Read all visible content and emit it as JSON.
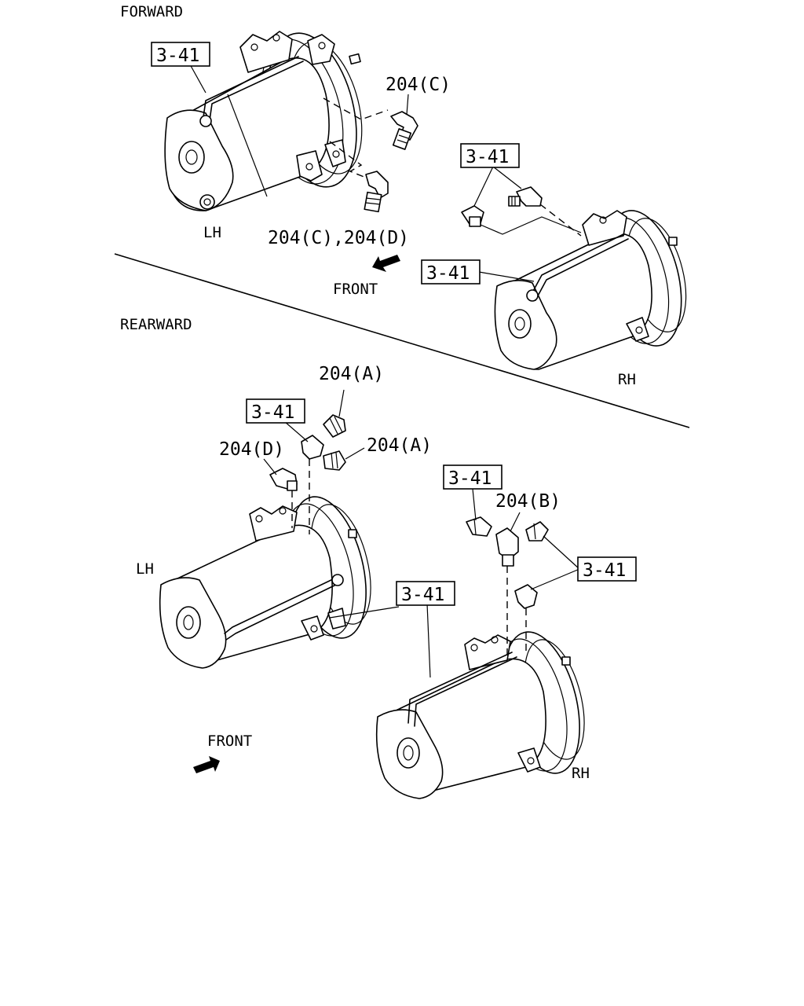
{
  "sections": {
    "forward": "FORWARD",
    "rearward": "REARWARD"
  },
  "direction": {
    "front_upper": "FRONT",
    "front_lower": "FRONT"
  },
  "sides": {
    "lh_upper": "LH",
    "rh_upper": "RH",
    "lh_lower": "LH",
    "rh_lower": "RH"
  },
  "callouts": {
    "c1": "3-41",
    "c2": "204(C)",
    "c3": "204(C),204(D)",
    "c4": "3-41",
    "c5": "3-41",
    "c6": "204(A)",
    "c7": "3-41",
    "c8": "204(D)",
    "c9": "204(A)",
    "c10": "3-41",
    "c11": "204(B)",
    "c12": "3-41",
    "c13": "3-41"
  }
}
